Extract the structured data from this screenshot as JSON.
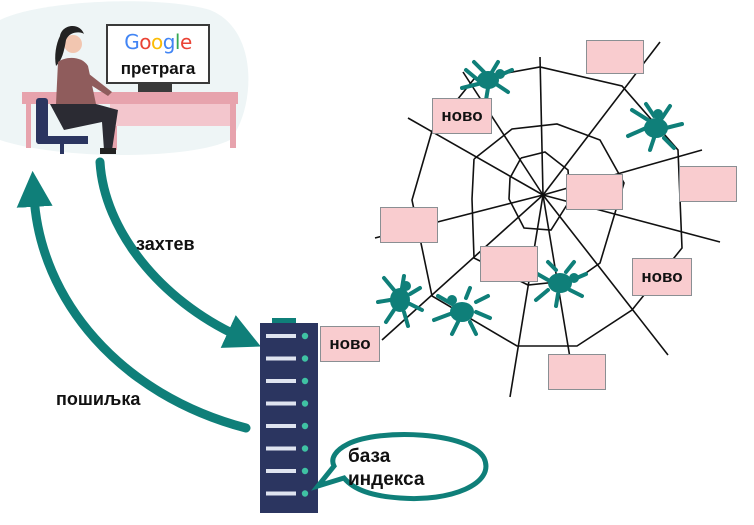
{
  "google_box": {
    "logo_letters": [
      {
        "ch": "G",
        "color": "#4285F4"
      },
      {
        "ch": "o",
        "color": "#EA4335"
      },
      {
        "ch": "o",
        "color": "#FBBC05"
      },
      {
        "ch": "g",
        "color": "#4285F4"
      },
      {
        "ch": "l",
        "color": "#34A853"
      },
      {
        "ch": "e",
        "color": "#EA4335"
      }
    ],
    "caption": "претрага"
  },
  "arrows": {
    "request_label": "захтев",
    "response_label": "пошиљка"
  },
  "index_bubble": {
    "line1": "база",
    "line2": "индекса"
  },
  "web_pages": [
    {
      "label": ""
    },
    {
      "label": "ново"
    },
    {
      "label": ""
    },
    {
      "label": ""
    },
    {
      "label": ""
    },
    {
      "label": ""
    },
    {
      "label": "ново"
    },
    {
      "label": ""
    },
    {
      "label": "ново"
    }
  ],
  "colors": {
    "teal": "#0f7f79",
    "server": "#2b3560",
    "page_fill": "#f9cccf",
    "desk_pink": "#e7a3ad"
  }
}
